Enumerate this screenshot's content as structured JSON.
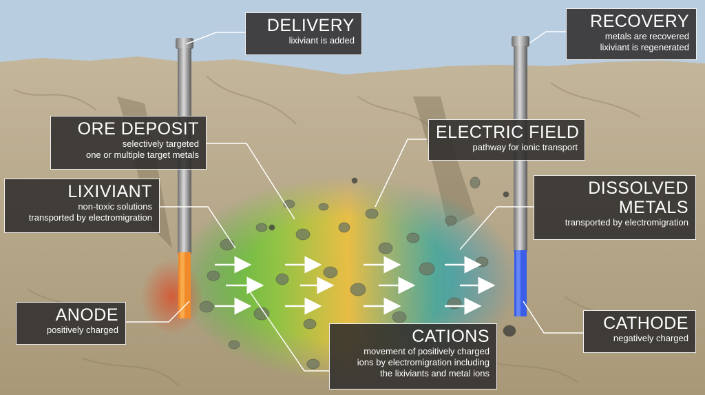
{
  "labels": {
    "delivery": {
      "title": "DELIVERY",
      "sub": [
        "lixiviant is added"
      ]
    },
    "recovery": {
      "title": "RECOVERY",
      "sub": [
        "metals are recovered",
        "lixiviant is regenerated"
      ]
    },
    "ore_deposit": {
      "title": "ORE DEPOSIT",
      "sub": [
        "selectively targeted",
        "one or multiple target metals"
      ]
    },
    "electric_field": {
      "title": "ELECTRIC FIELD",
      "sub": [
        "pathway for ionic transport"
      ]
    },
    "lixiviant": {
      "title": "LIXIVIANT",
      "sub": [
        "non-toxic solutions",
        "transported by electromigration"
      ]
    },
    "dissolved_metals": {
      "title_lines": [
        "DISSOLVED",
        "METALS"
      ],
      "sub": [
        "transported by electromigration"
      ]
    },
    "anode": {
      "title": "ANODE",
      "sub": [
        "positively charged"
      ]
    },
    "cathode": {
      "title": "CATHODE",
      "sub": [
        "negatively charged"
      ]
    },
    "cations": {
      "title": "CATIONS",
      "sub": [
        "movement of positively charged",
        "ions by electromigration including",
        "the lixiviants and metal ions"
      ]
    }
  },
  "colors": {
    "sky": "#b8cde0",
    "rock": "#b5a68c",
    "anode": "#f08a2a",
    "cathode": "#3a5ee8",
    "label_bg": "#302e2c",
    "gradient": [
      "#1fae3a",
      "#8cc93a",
      "#f2c23a",
      "#3aa8a0",
      "#2a8ed0"
    ]
  }
}
